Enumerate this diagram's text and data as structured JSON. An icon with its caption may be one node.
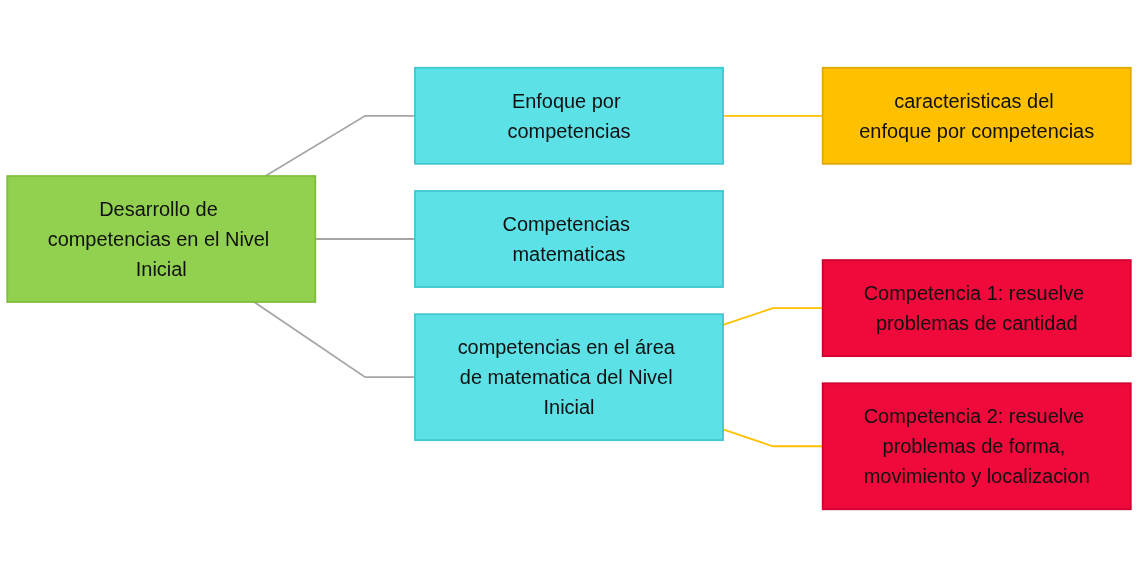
{
  "diagram": {
    "nodes": [
      {
        "text": [
          "Desarrollo de competencias en el Nivel Inicial"
        ]
      },
      {
        "text": [
          "Enfoque por competencias"
        ]
      },
      {
        "text": [
          "caracteristicas del enfoque por competencias"
        ]
      },
      {
        "text": [
          "Competencias matematicas"
        ]
      },
      {
        "text": [
          "competencias en el área de matematica del Nivel Inicial"
        ]
      },
      {
        "text": [
          "Competencia 1: resuelve problemas de cantidad"
        ]
      },
      {
        "text": [
          "Competencia 2: resuelve problemas de forma, movimiento y localizacion"
        ]
      }
    ],
    "edges": [
      {
        "from": 0,
        "to": 1,
        "arrow": "none",
        "color": "#a6a6a6"
      },
      {
        "from": 0,
        "to": 3,
        "arrow": "none",
        "color": "#a6a6a6"
      },
      {
        "from": 0,
        "to": 4,
        "arrow": "none",
        "color": "#a6a6a6"
      },
      {
        "from": 1,
        "to": 2,
        "arrow": "none",
        "color": "#ffc000"
      },
      {
        "from": 4,
        "to": 5,
        "arrow": "none",
        "color": "#ffc000"
      },
      {
        "from": 4,
        "to": 6,
        "arrow": "none",
        "color": "#ffc000"
      }
    ]
  }
}
